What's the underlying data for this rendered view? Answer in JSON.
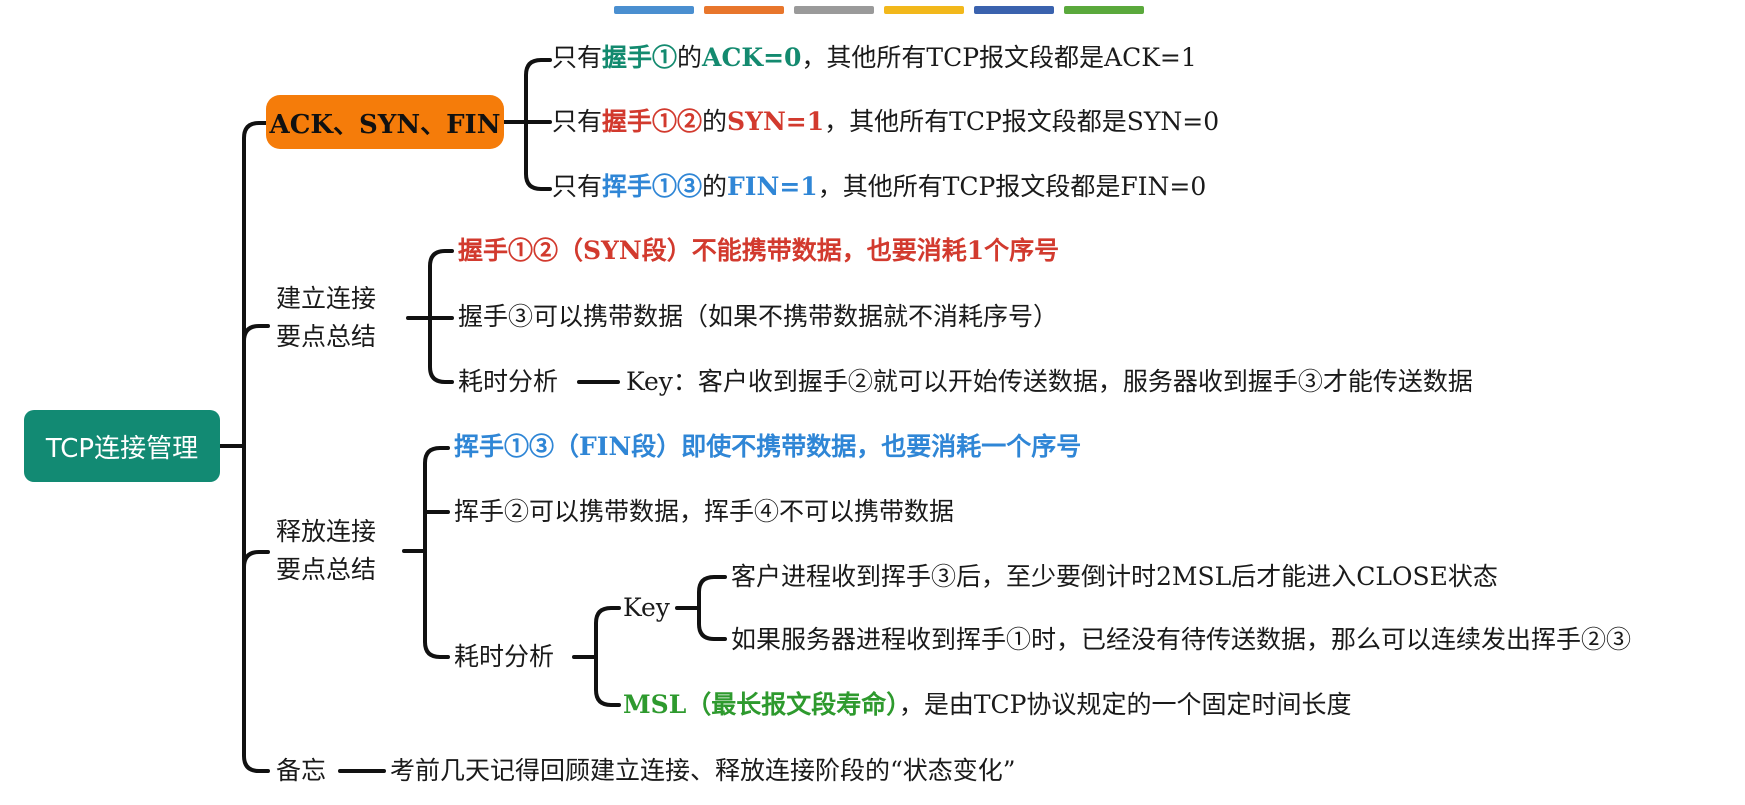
{
  "colors": [
    "#4a8fd0",
    "#e8762c",
    "#9a9a9a",
    "#f2b81b",
    "#3a62ae",
    "#5aa93c"
  ],
  "root": "TCP连接管理",
  "flags": {
    "title": "ACK、SYN、FIN",
    "ack": {
      "pre": "只有",
      "handshake": "握手①",
      "mid": "的",
      "value": "ACK=0",
      "post": "，其他所有TCP报文段都是ACK=1"
    },
    "syn": {
      "pre": "只有",
      "handshake": "握手①②",
      "mid": "的",
      "value": "SYN=1",
      "post": "，其他所有TCP报文段都是SYN=0"
    },
    "fin": {
      "pre": "只有",
      "handshake": "挥手①③",
      "mid": "的",
      "value": "FIN=1",
      "post": "，其他所有TCP报文段都是FIN=0"
    }
  },
  "establish": {
    "title1": "建立连接",
    "title2": "要点总结",
    "item1": "握手①②（SYN段）不能携带数据，也要消耗1个序号",
    "item2": "握手③可以携带数据（如果不携带数据就不消耗序号）",
    "time_title": "耗时分析",
    "time_key": "Key：客户收到握手②就可以开始传送数据，服务器收到握手③才能传送数据"
  },
  "release": {
    "title1": "释放连接",
    "title2": "要点总结",
    "item1": "挥手①③（FIN段）即使不携带数据，也要消耗一个序号",
    "item2": "挥手②可以携带数据，挥手④不可以携带数据",
    "time_title": "耗时分析",
    "key_label": "Key",
    "key1": "客户进程收到挥手③后，至少要倒计时2MSL后才能进入CLOSE状态",
    "key2": "如果服务器进程收到挥手①时，已经没有待传送数据，那么可以连续发出挥手②③",
    "msl_term": "MSL（最长报文段寿命）",
    "msl_desc": "，是由TCP协议规定的一个固定时间长度"
  },
  "memo": {
    "title": "备忘",
    "text": "考前几天记得回顾建立连接、释放连接阶段的“状态变化”"
  }
}
